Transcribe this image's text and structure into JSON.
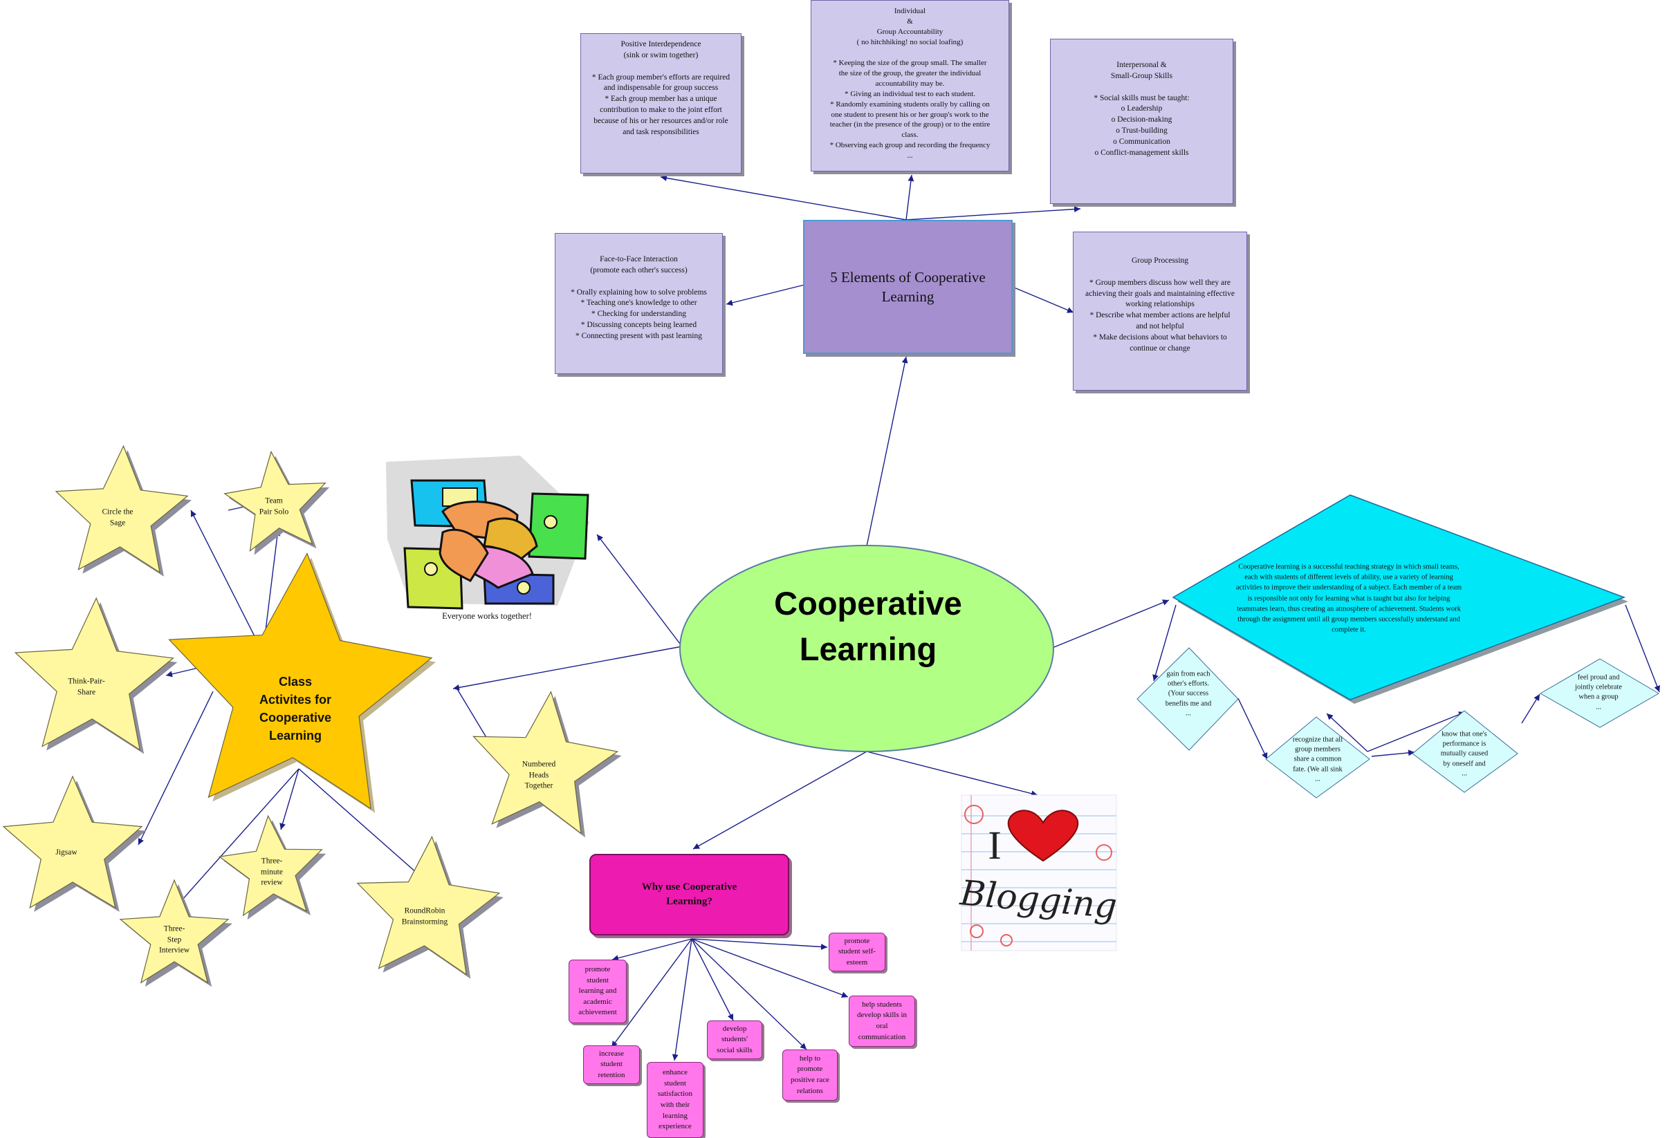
{
  "center": {
    "title": "Cooperative\nLearning",
    "color": "#b2ff86"
  },
  "elements": {
    "hub": "5 Elements of Cooperative\nLearning",
    "positive_interdependence": "Positive Interdependence\n(sink or swim together)\n\n* Each group member's efforts are required\nand indispensable for group success\n* Each group member has a unique\ncontribution to make to the joint effort\nbecause of his or her resources and/or role\nand task responsibilities",
    "accountability": "Individual\n&\nGroup Accountability\n( no hitchhiking! no social loafing)\n\n* Keeping the size of the group small. The smaller\nthe size of the group, the greater the individual\naccountability may be.\n* Giving an individual test to each student.\n* Randomly examining students orally by calling on\none student to present his or her group's work to the\nteacher (in the presence of the group) or to the entire\nclass.\n* Observing each group and recording the frequency\n...",
    "interpersonal": "Interpersonal &\nSmall-Group Skills\n\n* Social skills must be taught:\no Leadership\no Decision-making\no Trust-building\no Communication\no Conflict-management skills",
    "face_to_face": "Face-to-Face Interaction\n(promote each other's success)\n\n* Orally explaining how to solve problems\n* Teaching one's knowledge to other\n* Checking for understanding\n* Discussing concepts being learned\n* Connecting present with past learning",
    "group_processing": "Group Processing\n\n* Group members discuss how well they are\nachieving their goals and maintaining effective\nworking relationships\n* Describe what member actions are helpful\nand not helpful\n* Make decisions about what behaviors to\ncontinue or change"
  },
  "activities": {
    "main": "Class\nActivites for\nCooperative\nLearning",
    "circle_the_sage": "Circle the\nSage",
    "team_pair_solo": "Team\nPair Solo",
    "think_pair_share": "Think-Pair-\nShare",
    "jigsaw": "Jigsaw",
    "three_minute_review": "Three-\nminute\nreview",
    "three_step_interview": "Three-\nStep\nInterview",
    "roundrobin": "RoundRobin\nBrainstorming",
    "numbered_heads": "Numbered\nHeads\nTogether"
  },
  "definition": {
    "text": "Cooperative learning is a successful teaching strategy in which small teams,\neach with students of different levels of ability, use a variety of learning\nactivities to improve their understanding of a subject. Each member of a team\nis responsible not only for learning what is taught but also for helping\nteammates learn, thus creating an atmosphere of achievement. Students work\nthrough the assignment until all group members successfully understand and\ncomplete it.",
    "gain": "gain from each\nother's efforts.\n(Your success\nbenefits me and\n...",
    "recognize": "recognize that all\ngroup members\nshare a common\nfate. (We all sink\n...",
    "know": "know that one's\nperformance is\nmutually caused\nby oneself and\n...",
    "feel_proud": "feel proud and\njointly celebrate\nwhen a group\n..."
  },
  "why": {
    "title": "Why use Cooperative\nLearning?",
    "items": [
      "promote\nstudent\nlearning and\nacademic\nachievement",
      "increase\nstudent\nretention",
      "enhance\nstudent\nsatisfaction\nwith their\nlearning\nexperience",
      "develop\nstudents'\nsocial skills",
      "help to\npromote\npositive race\nrelations",
      "help students\ndevelop skills in\noral\ncommunication",
      "promote\nstudent self-\nesteem"
    ]
  },
  "images": {
    "hands_caption": "Everyone works together!",
    "blog_i": "I",
    "blog_word": "Blogging"
  },
  "colors": {
    "lavender": "#cfc9ec",
    "hub": "#a58fcf",
    "star_yellow": "#fff8a0",
    "star_gold": "#ffc800",
    "cyan": "#00e8f8",
    "light_cyan": "#d6fdfd",
    "magenta": "#ee1bb0",
    "pink": "#ff77ea",
    "arrow": "#1a1f8a"
  }
}
